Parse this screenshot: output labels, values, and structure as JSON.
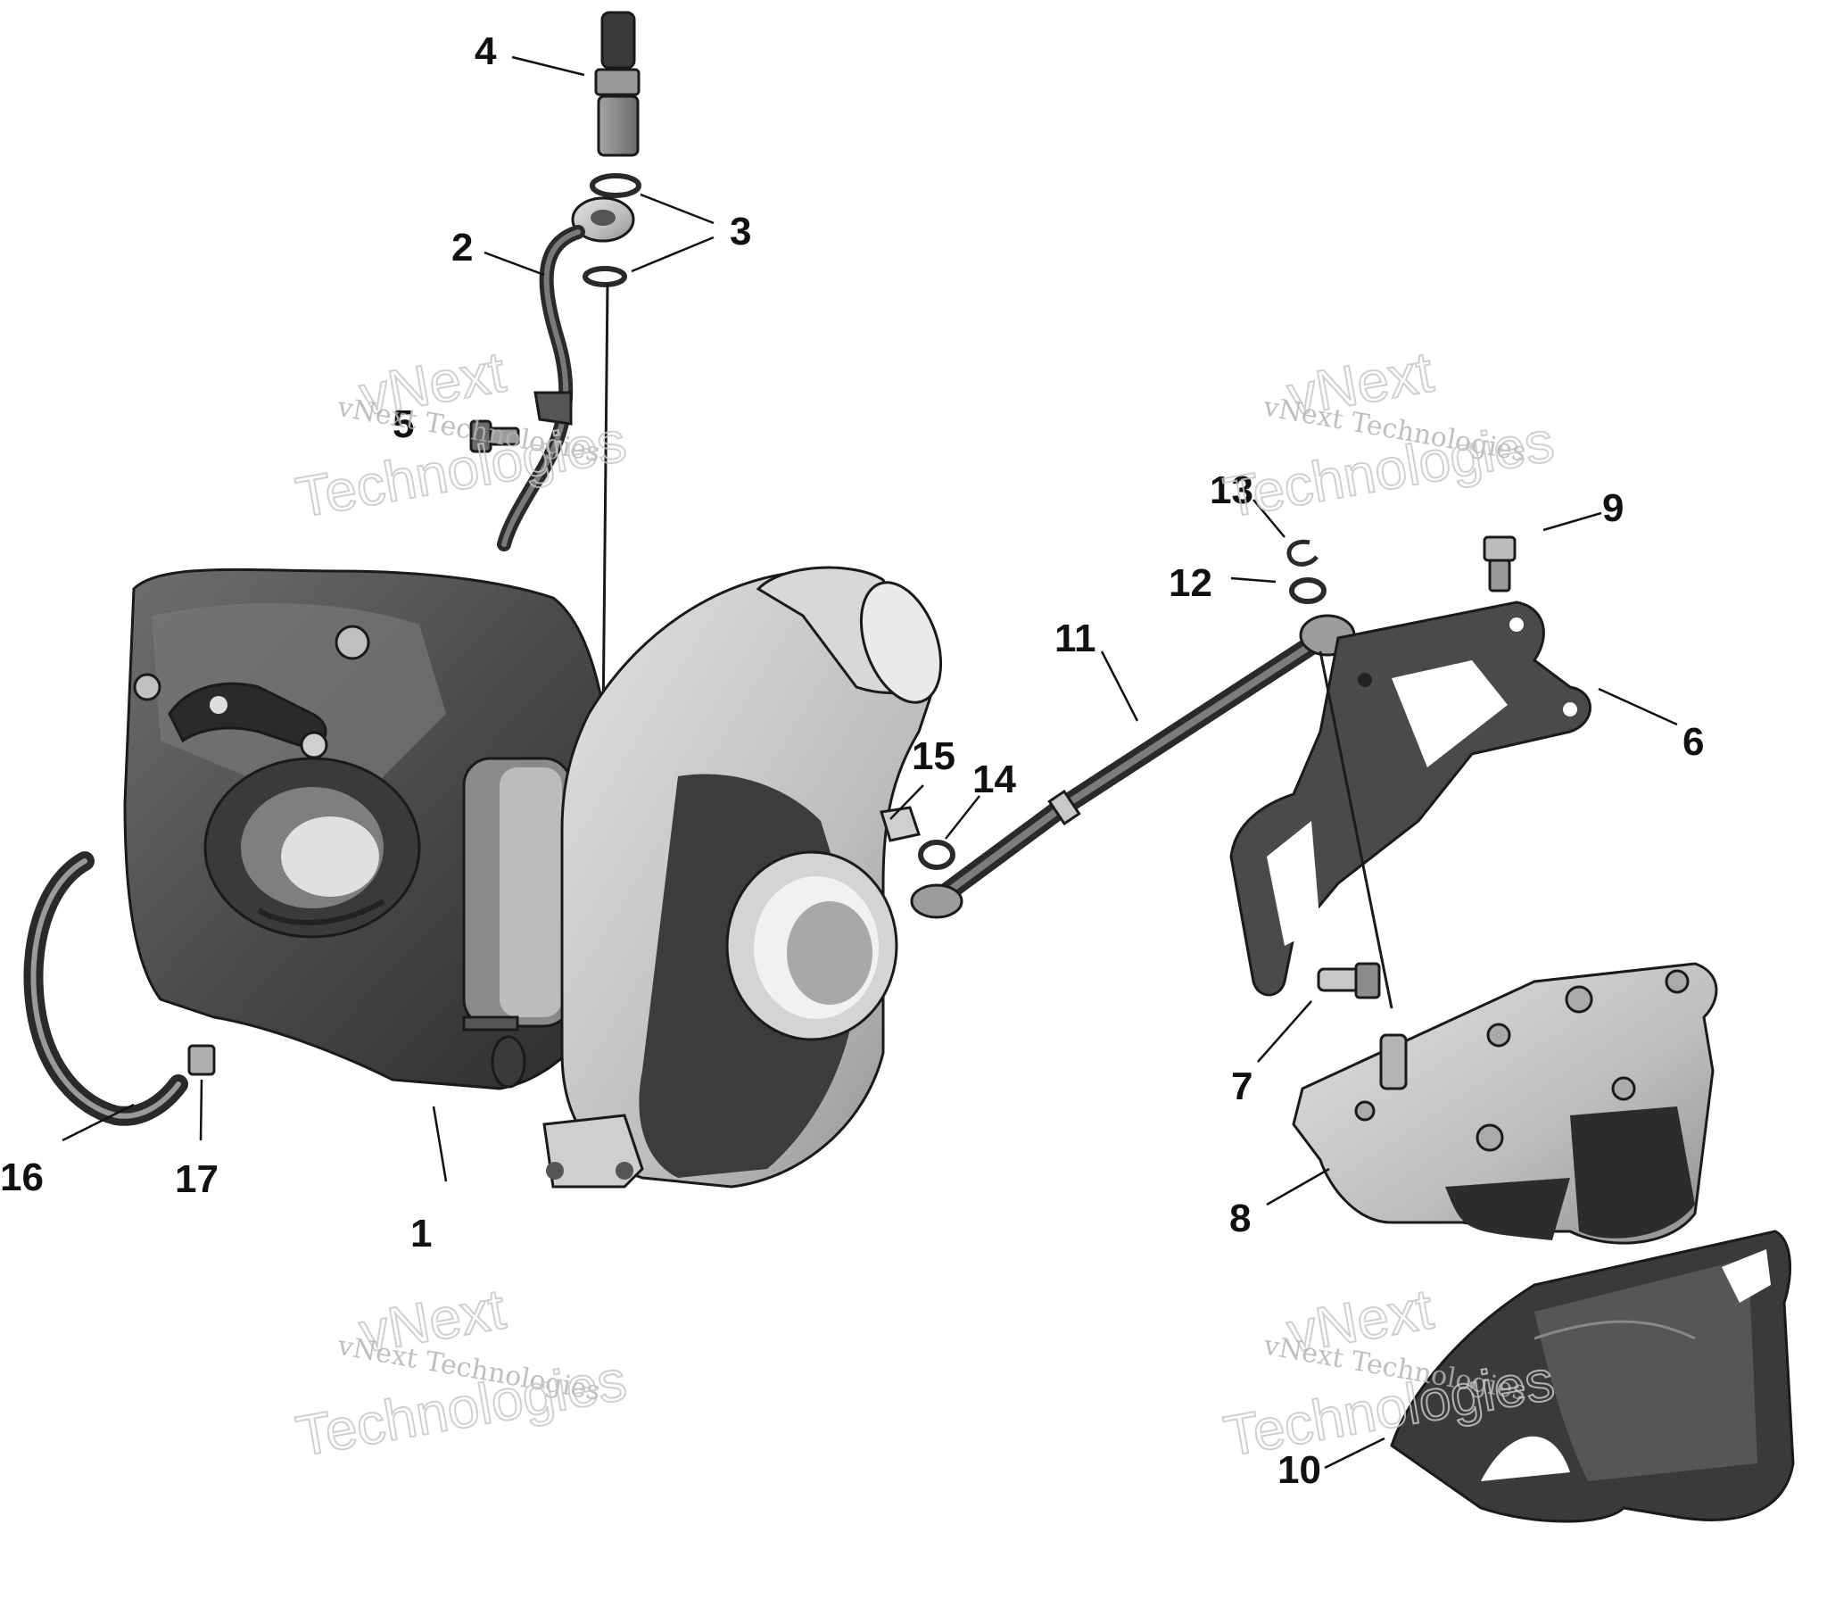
{
  "watermark": {
    "line1": "vNext Technologies",
    "big_top": "vNext",
    "big_bottom": "Technologies"
  },
  "callouts": [
    {
      "id": "1",
      "label": "1"
    },
    {
      "id": "2",
      "label": "2"
    },
    {
      "id": "3",
      "label": "3"
    },
    {
      "id": "4",
      "label": "4"
    },
    {
      "id": "5",
      "label": "5"
    },
    {
      "id": "6",
      "label": "6"
    },
    {
      "id": "7",
      "label": "7"
    },
    {
      "id": "8",
      "label": "8"
    },
    {
      "id": "9",
      "label": "9"
    },
    {
      "id": "10",
      "label": "10"
    },
    {
      "id": "11",
      "label": "11"
    },
    {
      "id": "12",
      "label": "12"
    },
    {
      "id": "13",
      "label": "13"
    },
    {
      "id": "14",
      "label": "14"
    },
    {
      "id": "15",
      "label": "15"
    },
    {
      "id": "16",
      "label": "16"
    },
    {
      "id": "17",
      "label": "17"
    }
  ],
  "colors": {
    "dark_part": "#4a4a4a",
    "mid_part": "#8a8a8a",
    "light_part": "#c9c9c9",
    "ink": "#111111"
  }
}
